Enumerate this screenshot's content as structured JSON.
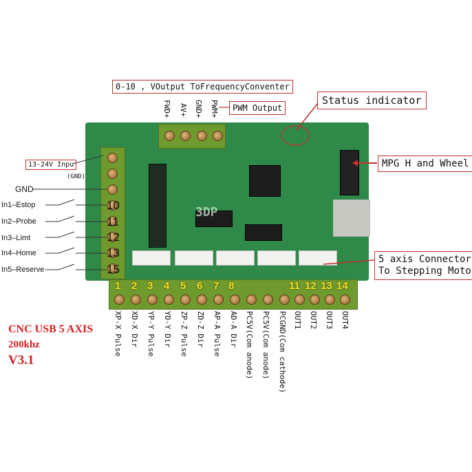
{
  "top_labels": {
    "converter": "0-10 , VOutput ToFrequencyConventer",
    "pwm": "PWM Output",
    "status": "Status indicator",
    "mpg": "MPG H and Wheel",
    "input": "13-24V Inpu",
    "gnd_small": "(GND)",
    "axis_line1": "5 axis Connector",
    "axis_line2": "To Stepping Moto"
  },
  "spindle_pins": [
    "FWD+",
    "AV+",
    "GND+",
    "PWM+"
  ],
  "left_inputs": [
    {
      "label": "GND",
      "num": ""
    },
    {
      "label": "In1–Estop",
      "num": "10"
    },
    {
      "label": "In2–Probe",
      "num": "11"
    },
    {
      "label": "In3–Limt",
      "num": "12"
    },
    {
      "label": "In4–Home",
      "num": "13"
    },
    {
      "label": "In5–Reserve",
      "num": "15"
    }
  ],
  "bottom_nums": [
    "1",
    "2",
    "3",
    "4",
    "5",
    "6",
    "7",
    "8",
    "11",
    "12",
    "13",
    "14"
  ],
  "bottom_labels": [
    "XP-X Pulse",
    "XD-X Dir",
    "YP-Y Pulse",
    "YD-Y Dir",
    "ZP-Z Pulse",
    "ZD-Z Dir",
    "AP-A Pulse",
    "AD-A Dir",
    "PC5V(Com anode)",
    "PC5V(Com anode)",
    "PCGND(Com cathode)",
    "OUT1",
    "OUT2",
    "OUT3",
    "OUT4"
  ],
  "board_text": "3DP",
  "product": {
    "line1": "CNC USB 5 AXIS",
    "line2": "200khz",
    "line3": "V3.1"
  },
  "colors": {
    "red": "#c0302a",
    "pcb": "#2f8a4a",
    "yellow": "#f2e41a"
  }
}
